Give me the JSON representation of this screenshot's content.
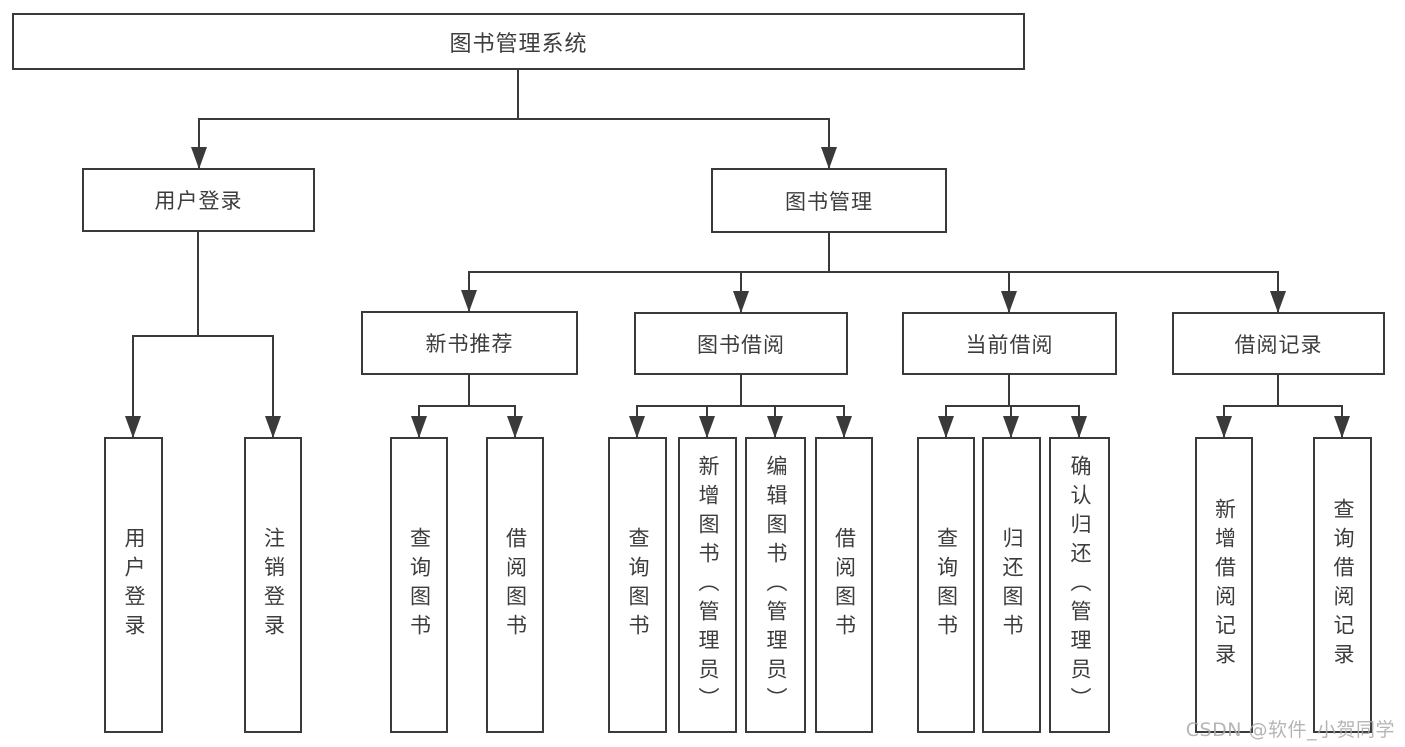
{
  "colors": {
    "background": "#ffffff",
    "line": "#3a3a3a",
    "box_border": "#3a3a3a",
    "text": "#3d3d3d",
    "watermark": "#a9a9a9"
  },
  "diagram": {
    "root": {
      "label": "图书管理系统"
    },
    "level2": [
      {
        "label": "用户登录"
      },
      {
        "label": "图书管理"
      }
    ],
    "level3": [
      {
        "label": "新书推荐",
        "parent": "图书管理"
      },
      {
        "label": "图书借阅",
        "parent": "图书管理"
      },
      {
        "label": "当前借阅",
        "parent": "图书管理"
      },
      {
        "label": "借阅记录",
        "parent": "图书管理"
      }
    ],
    "leaves": [
      {
        "label": "用户登录",
        "parent": "用户登录"
      },
      {
        "label": "注销登录",
        "parent": "用户登录"
      },
      {
        "label": "查询图书",
        "parent": "新书推荐"
      },
      {
        "label": "借阅图书",
        "parent": "新书推荐"
      },
      {
        "label": "查询图书",
        "parent": "图书借阅"
      },
      {
        "label": "新增图书（管理员）",
        "parent": "图书借阅"
      },
      {
        "label": "编辑图书（管理员）",
        "parent": "图书借阅"
      },
      {
        "label": "借阅图书",
        "parent": "图书借阅"
      },
      {
        "label": "查询图书",
        "parent": "当前借阅"
      },
      {
        "label": "归还图书",
        "parent": "当前借阅"
      },
      {
        "label": "确认归还（管理员）",
        "parent": "当前借阅"
      },
      {
        "label": "新增借阅记录",
        "parent": "借阅记录"
      },
      {
        "label": "查询借阅记录",
        "parent": "借阅记录"
      }
    ]
  },
  "watermark": {
    "text": "CSDN @软件_小贺同学"
  }
}
